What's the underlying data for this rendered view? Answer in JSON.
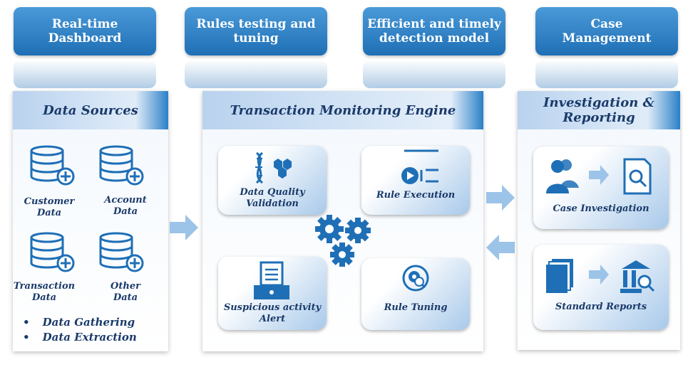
{
  "top_buttons": [
    {
      "label": "Real-time\nDashboard"
    },
    {
      "label": "Rules testing and\ntuning"
    },
    {
      "label": "Efficient and timely\ndetection model"
    },
    {
      "label": "Case\nManagement"
    }
  ],
  "data_sources": {
    "title": "Data Sources",
    "items": [
      {
        "label": "Customer\nData",
        "icon": "database-add-icon"
      },
      {
        "label": "Account\nData",
        "icon": "database-add-icon"
      },
      {
        "label": "Transaction\nData",
        "icon": "database-add-icon"
      },
      {
        "label": "Other\nData",
        "icon": "database-add-icon"
      }
    ],
    "bullets": [
      "Data Gathering",
      "Data Extraction"
    ]
  },
  "engine": {
    "title": "Transaction Monitoring Engine",
    "cards": [
      {
        "label": "Data Quality\nValidation",
        "icon": "dna-hexagon-icon"
      },
      {
        "label": "Rule Execution",
        "icon": "play-list-icon"
      },
      {
        "label": "Suspicious activity\nAlert",
        "icon": "printer-alert-icon"
      },
      {
        "label": "Rule Tuning",
        "icon": "gear-search-icon"
      }
    ],
    "center_icon": "gears-icon"
  },
  "investigation": {
    "title": "Investigation &\nReporting",
    "cards": [
      {
        "label": "Case Investigation",
        "icon": "users-to-document-icon"
      },
      {
        "label": "Standard Reports",
        "icon": "reports-to-bank-icon"
      }
    ]
  },
  "colors": {
    "primary": "#1f6fb6",
    "text": "#1a3a6a",
    "arrow": "#9cc3e8"
  }
}
